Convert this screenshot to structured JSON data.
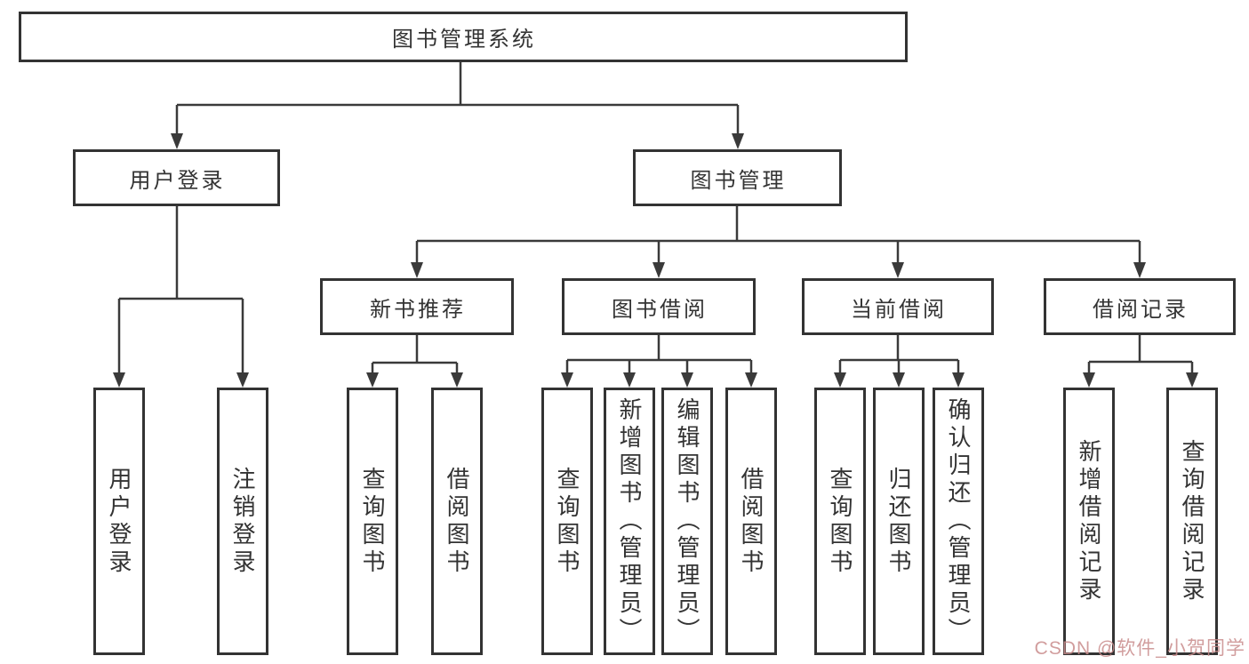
{
  "colors": {
    "line": "#3a3a3a",
    "box_border": "#333333",
    "text": "#333333",
    "background": "#ffffff",
    "watermark": "#c98c8c"
  },
  "watermark": {
    "text": "CSDN @软件_小贺同学"
  },
  "diagram": {
    "type": "hierarchy-tree",
    "root": {
      "label": "图书管理系统"
    },
    "level2": [
      {
        "label": "用户登录"
      },
      {
        "label": "图书管理"
      }
    ],
    "level3": [
      {
        "label": "新书推荐",
        "parent": "图书管理"
      },
      {
        "label": "图书借阅",
        "parent": "图书管理"
      },
      {
        "label": "当前借阅",
        "parent": "图书管理"
      },
      {
        "label": "借阅记录",
        "parent": "图书管理"
      }
    ],
    "leaves": [
      {
        "label": "用户登录",
        "parent": "用户登录"
      },
      {
        "label": "注销登录",
        "parent": "用户登录"
      },
      {
        "label": "查询图书",
        "parent": "新书推荐"
      },
      {
        "label": "借阅图书",
        "parent": "新书推荐"
      },
      {
        "label": "查询图书",
        "parent": "图书借阅"
      },
      {
        "label": "新增图书（管理员）",
        "parent": "图书借阅"
      },
      {
        "label": "编辑图书（管理员）",
        "parent": "图书借阅"
      },
      {
        "label": "借阅图书",
        "parent": "图书借阅"
      },
      {
        "label": "查询图书",
        "parent": "当前借阅"
      },
      {
        "label": "归还图书",
        "parent": "当前借阅"
      },
      {
        "label": "确认归还（管理员）",
        "parent": "当前借阅"
      },
      {
        "label": "新增借阅记录",
        "parent": "借阅记录"
      },
      {
        "label": "查询借阅记录",
        "parent": "借阅记录"
      }
    ]
  }
}
